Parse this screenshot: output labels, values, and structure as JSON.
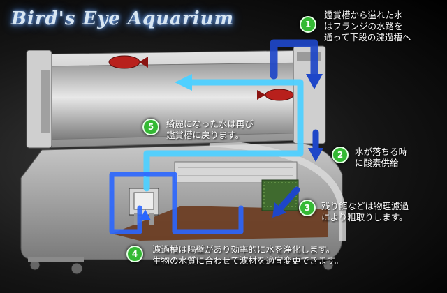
{
  "title": "Bird's Eye Aquarium",
  "steps": [
    {
      "num": "1",
      "text": "鑑賞槽から溢れた水\nはフランジの水路を\n通って下段の濾過槽へ"
    },
    {
      "num": "2",
      "text": "水が落ちる時\nに酸素供給"
    },
    {
      "num": "3",
      "text": "残り餌などは物理濾過\nにより粗取りします。"
    },
    {
      "num": "4",
      "text": "濾過槽は隔壁があり効率的に水を浄化します。\n生物の水質に合わせて濾材を適宜変更できます。"
    },
    {
      "num": "5",
      "text": "綺麗になった水は再び\n鑑賞槽に戻ります。"
    }
  ],
  "colors": {
    "flow_down": "#1e46c8",
    "flow_return": "#4fd0ff",
    "badge": "#34b934",
    "fish": "#b8201c",
    "gravel": "#3f6a2e"
  }
}
